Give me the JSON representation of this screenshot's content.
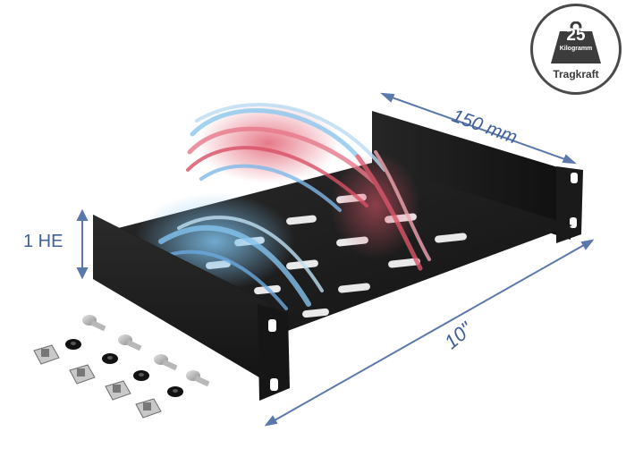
{
  "badge": {
    "number": "25",
    "unit": "Kilogramm",
    "caption": "Tragkraft"
  },
  "dimensions": {
    "depth": "150 mm",
    "width": "10\"",
    "height": "1 HE"
  },
  "colors": {
    "dimension_text": "#3f5f9a",
    "dimension_arrow": "#5b78ad",
    "shelf": "#1c1c1c",
    "badge_border": "#4a4a4a",
    "airflow_cold": "#6fb4e6",
    "airflow_warm": "#d4475c"
  },
  "icons": {
    "badge_icon": "weight-icon"
  }
}
